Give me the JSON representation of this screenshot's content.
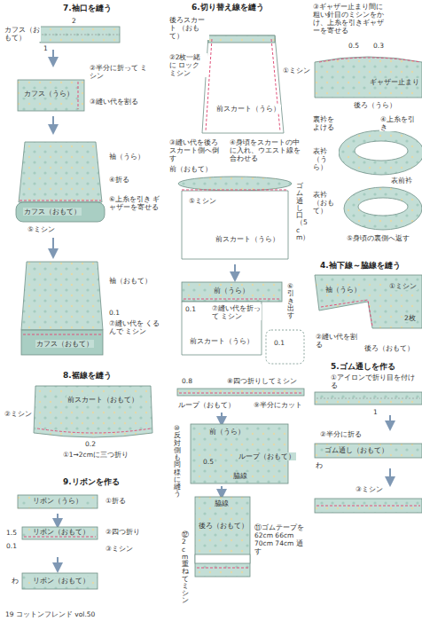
{
  "diagram": {
    "labels": [
      "7.袖口を縫う",
      "カフス（おもて）",
      "2",
      "1",
      "②半分に折って ミシン",
      "カフス（うら）",
      "③縫い代を割る",
      "カフス（おもて）",
      "袖（うら）",
      "④折る",
      "⑤ミシン",
      "⑥上糸を引き ギャザーを寄せる",
      "袖（おもて）",
      "0.1",
      "⑦縫い代を くるんで ミシン",
      "カフス（おもて）",
      "8.裾線を縫う",
      "前スカート（おもて）",
      "②ミシン",
      "0.2",
      "①1→2cmに三つ折り",
      "9.リボンを作る",
      "リボン（うら）",
      "①折る",
      "1.5",
      "リボン（おもて）",
      "②四つ折り",
      "0.1",
      "③ミシン",
      "リボン（おもて）",
      "わ",
      "19 コットンフレンド vol.50",
      "6.切り替え線を縫う",
      "後ろスカート （おもて）",
      "②2枚一緒に ロックミシン",
      "①ミシン",
      "前スカート（うら）",
      "③縫い代を後ろスカート側へ倒す",
      "④身頃をスカートの中に入れ、ウエスト線を合わせる",
      "前（おもて）",
      "⑤ミシン",
      "ゴム通し口（5cm）",
      "前スカート（うら）",
      "前（うら）",
      "0.1",
      "⑦縫い代を折って ミシン",
      "⑥引き出す",
      "前スカート（うら）",
      "0.1",
      "0.8",
      "⑧四つ折りしてミシン",
      "ループ（おもて）",
      "⑨半分にカット",
      "前（うら）",
      "⑩反対側も同様に縫う",
      "0.5",
      "ループ（おもて）",
      "脇線",
      "後ろ（おもて）",
      "脇線",
      "⑪ゴムテープを 62cm 66cm 70cm 74cm 通す",
      "⑫2cm重ねてミシン",
      "③ギャザー止まり間に粗い針目のミシンをかけ、上糸を引きギャザーを寄せる",
      "0.5",
      "0.3",
      "ギャザー止まり",
      "後ろ（うら）",
      "裏衿をよける",
      "④上糸を引き",
      "表衿（うら）",
      "表前衿",
      "表衿（おもて）",
      "⑤身頃の裏側へ返す",
      "4.袖下線～脇線を縫う",
      "①ミシン",
      "袖（うら）",
      "②縫い代を割る",
      "2枚",
      "後ろ（おもて）",
      "5.ゴム通しを作る",
      "①アイロンで折り目を付ける",
      "1",
      "②半分に折る",
      "ゴム通し（おもて）",
      "わ",
      "③ミシン"
    ]
  }
}
